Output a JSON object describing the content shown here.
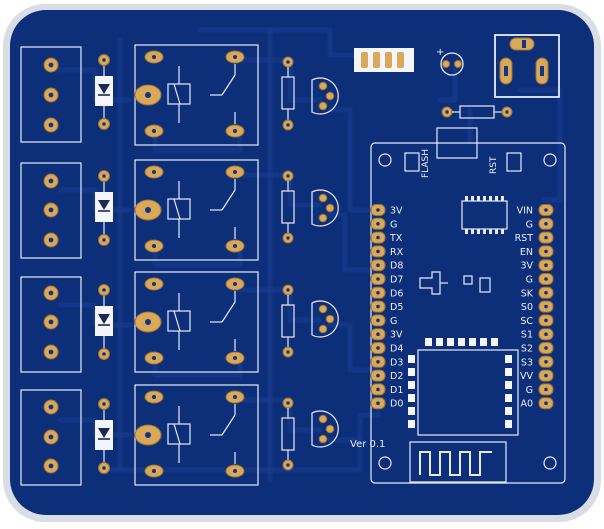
{
  "board": {
    "colors": {
      "substrate": "#0d2f7a",
      "outline": "#d9dde6",
      "pad": "#d9a85a",
      "silkscreen": "#e8eefc"
    }
  },
  "module": {
    "left_pins": [
      "3V",
      "G",
      "TX",
      "RX",
      "D8",
      "D7",
      "D6",
      "D5",
      "G",
      "3V",
      "D4",
      "D3",
      "D2",
      "D1",
      "D0"
    ],
    "right_pins": [
      "VIN",
      "G",
      "RST",
      "EN",
      "3V",
      "G",
      "SK",
      "S0",
      "SC",
      "S1",
      "S2",
      "S3",
      "VV",
      "G",
      "A0"
    ],
    "flash_label": "FLASH",
    "rst_label": "RST"
  },
  "version_label": "Ver   0.1",
  "capacitor_polarity": "+",
  "icons": {
    "relay": "relay-icon",
    "diode": "diode-icon",
    "terminal": "screw-terminal-icon",
    "transistor": "transistor-icon",
    "antenna": "antenna-icon",
    "dc_jack": "dc-jack-icon"
  }
}
